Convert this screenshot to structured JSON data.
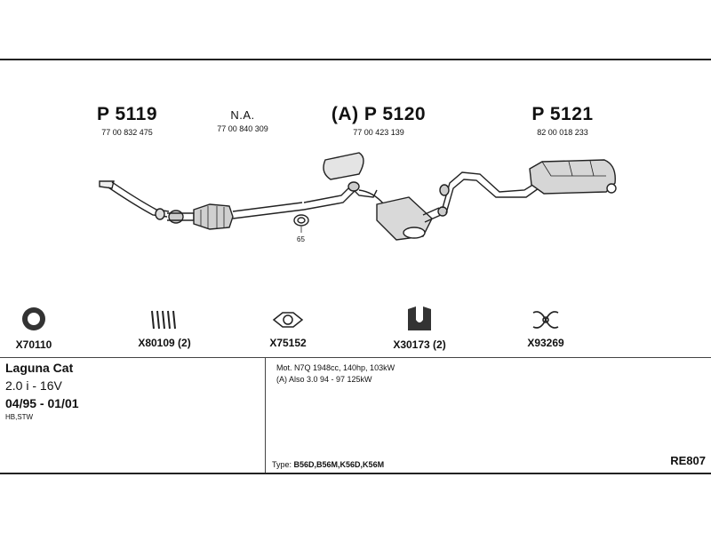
{
  "parts": [
    {
      "title": "P 5119",
      "number": "77 00 832 475"
    },
    {
      "title": "N.A.",
      "number": "77 00 840 309"
    },
    {
      "title": "(A) P 5120",
      "number": "77 00 423 139"
    },
    {
      "title": "P 5121",
      "number": "82 00 018 233"
    }
  ],
  "clamp_callout": "65",
  "accessories": [
    {
      "label": "X70110",
      "icon": "ring-gasket-icon"
    },
    {
      "label": "X80109 (2)",
      "icon": "spring-icon"
    },
    {
      "label": "X75152",
      "icon": "flange-gasket-icon"
    },
    {
      "label": "X30173 (2)",
      "icon": "rubber-mount-icon"
    },
    {
      "label": "X93269",
      "icon": "clamp-icon"
    }
  ],
  "vehicle": {
    "model": "Laguna Cat",
    "engine": "2.0 i - 16V",
    "years": "04/95 - 01/01",
    "body_types": "HB,STW"
  },
  "notes": {
    "line1": "Mot. N7Q 1948cc, 140hp, 103kW",
    "line2": "(A) Also 3.0 94 - 97 125kW",
    "type_prefix": "Type:",
    "type_codes": "B56D,B56M,K56D,K56M"
  },
  "reference": "RE807"
}
